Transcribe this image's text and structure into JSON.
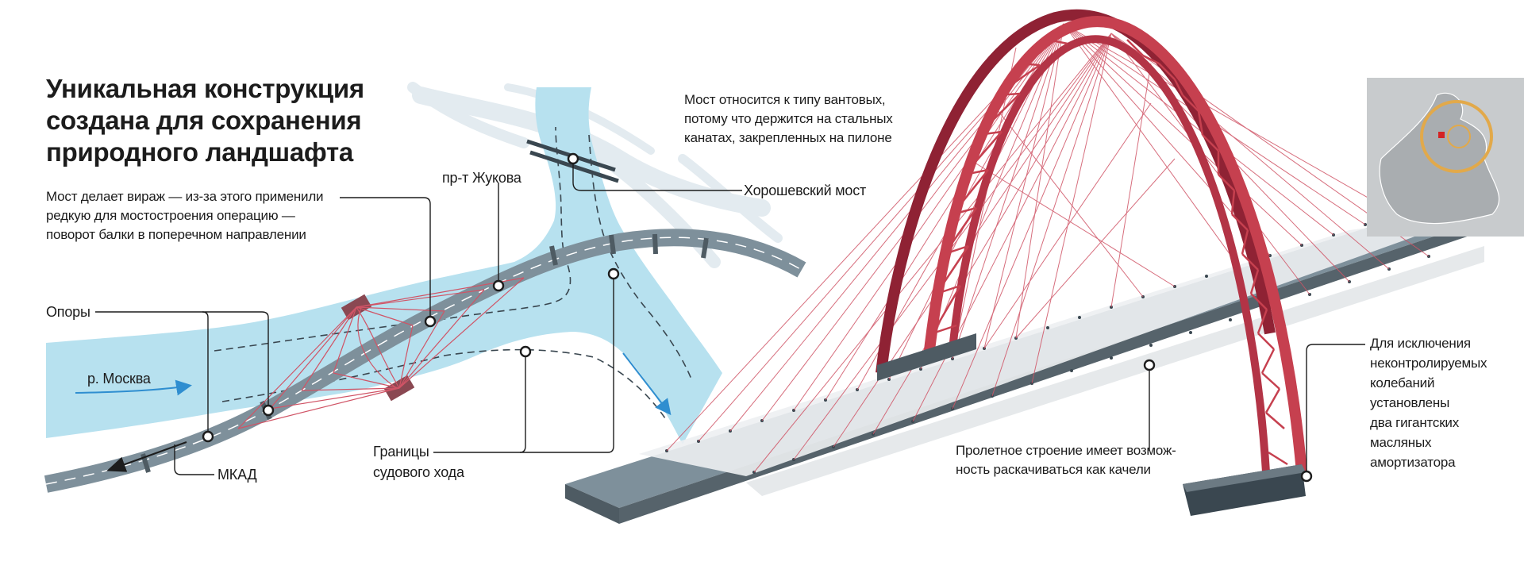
{
  "colors": {
    "river": "#b7e1ef",
    "bank_shadow": "#e3ebf0",
    "deck": "#7e909b",
    "deck_dark": "#4e5b63",
    "cable": "#d05466",
    "arch": "#c6404f",
    "arch_dark": "#8f2234",
    "leader": "#1c1c1c",
    "flow_arrow": "#2f8ed0"
  },
  "title_lines": [
    "Уникальная конструкция",
    "создана для сохранения",
    "природного ландшафта"
  ],
  "notes": {
    "turn_lines": [
      "Мост делает вираж — из-за этого применили",
      "редкую для мостостроения операцию —",
      "поворот балки в поперечном направлении"
    ],
    "cable_type_lines": [
      "Мост относится к типу вантовых,",
      "потому что держится на стальных",
      "канатах, закрепленных на пилоне"
    ],
    "swing_lines": [
      "Пролетное строение имеет возмож-",
      "ность раскачиваться как качели"
    ],
    "damper_lines": [
      "Для исключения",
      "неконтролируемых",
      "колебаний",
      "установлены",
      "два гигантских",
      "масляных",
      "амортизатора"
    ]
  },
  "labels": {
    "supports": "Опоры",
    "river": "р. Москва",
    "zhukov": "пр-т Жукова",
    "khoroshevsky": "Хорошевский мост",
    "mkad": "МКАД",
    "channel_lines": [
      "Границы",
      "судового хода"
    ]
  },
  "icons": {
    "flow": "flow-arrow-icon",
    "callout": "callout-circle-icon",
    "map": "location-map-icon"
  }
}
